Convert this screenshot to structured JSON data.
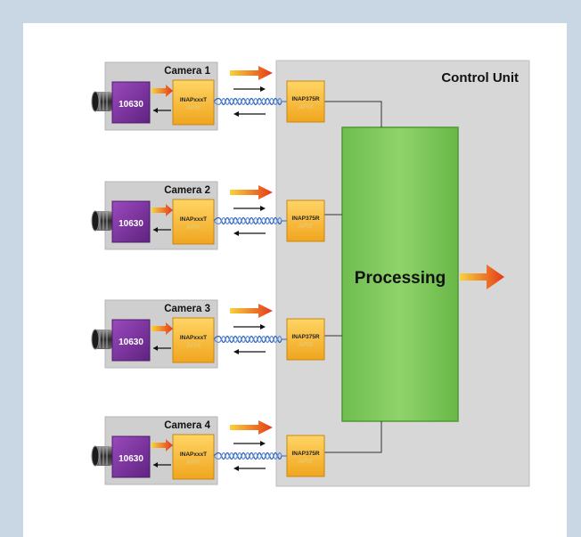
{
  "control_unit": {
    "title": "Control Unit"
  },
  "processing": {
    "label": "Processing"
  },
  "cameras": [
    {
      "title": "Camera 1",
      "sensor": "10630",
      "serializer": "INAPxxxT",
      "brand": "APIX",
      "deserializer": "INAP375R"
    },
    {
      "title": "Camera 2",
      "sensor": "10630",
      "serializer": "INAPxxxT",
      "brand": "APIX",
      "deserializer": "INAP375R"
    },
    {
      "title": "Camera 3",
      "sensor": "10630",
      "serializer": "INAPxxxT",
      "brand": "APIX",
      "deserializer": "INAP375R"
    },
    {
      "title": "Camera 4",
      "sensor": "10630",
      "serializer": "INAPxxxT",
      "brand": "APIX",
      "deserializer": "INAP375R"
    }
  ],
  "colors": {
    "frame": "#c9d6e3",
    "panel": "#ffffff",
    "module_box": "#cfcfcf",
    "control_unit": "#d7d7d7",
    "sensor": "#7b2f9c",
    "chip": "#f6b733",
    "processing": "#76c356",
    "arrow_start": "#f7c31a",
    "arrow_end": "#e8401c",
    "cable": "#2f62b8"
  }
}
